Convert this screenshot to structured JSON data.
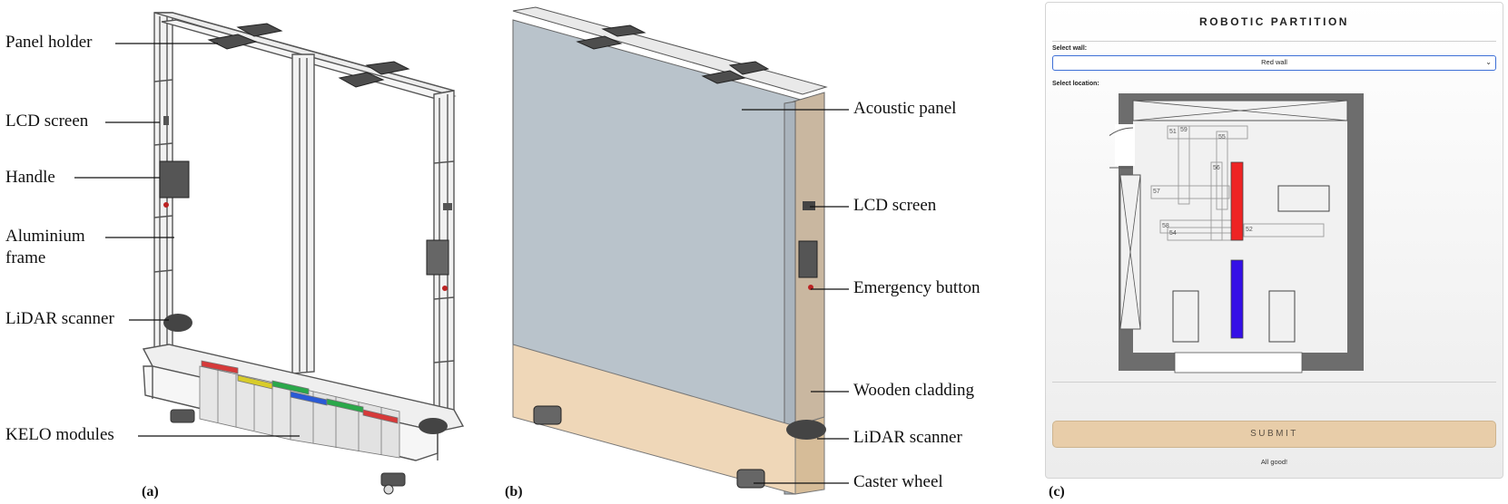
{
  "panel_a": {
    "sublabel": "(a)",
    "labels": [
      "Panel holder",
      "LCD screen",
      "Handle",
      "Aluminium",
      "frame",
      "LiDAR scanner",
      "KELO modules"
    ]
  },
  "panel_b": {
    "sublabel": "(b)",
    "labels": [
      "Acoustic panel",
      "LCD screen",
      "Emergency button",
      "Wooden cladding",
      "LiDAR scanner",
      "Caster wheel"
    ]
  },
  "panel_c": {
    "sublabel": "(c)",
    "title": "ROBOTIC PARTITION",
    "select_wall_label": "Select wall:",
    "selected_wall": "Red wall",
    "select_location_label": "Select location:",
    "location_numbers": [
      "51",
      "59",
      "55",
      "56",
      "57",
      "58",
      "54",
      "52"
    ],
    "submit_label": "SUBMIT",
    "status": "All good!"
  },
  "colors": {
    "red_wall": "#ee2424",
    "blue_wall": "#3510e6",
    "acoustic_panel": "#b9c3cb",
    "wood": "#efd7b8",
    "submit": "#e8cda9"
  }
}
